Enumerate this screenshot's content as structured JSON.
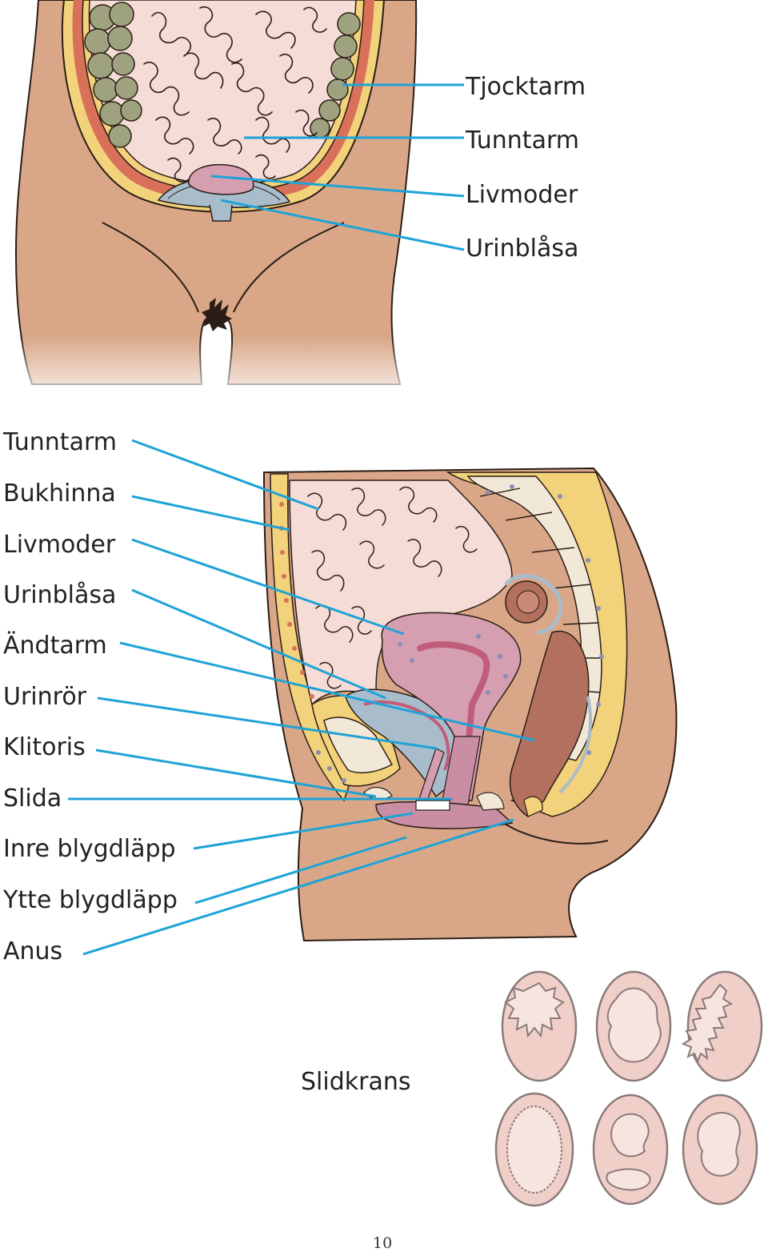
{
  "front_view": {
    "labels": [
      "Tjocktarm",
      "Tunntarm",
      "Livmoder",
      "Urinblåsa"
    ]
  },
  "side_view": {
    "labels": [
      "Tunntarm",
      "Bukhinna",
      "Livmoder",
      "Urinblåsa",
      "Ändtarm",
      "Urinrör",
      "Klitoris",
      "Slida",
      "Inre blygdläpp",
      "Ytte blygdläpp",
      "Anus"
    ]
  },
  "hymen": {
    "caption": "Slidkrans"
  },
  "page_number": "10",
  "colors": {
    "skin": "#d9a788",
    "skin_outline": "#2a1d16",
    "fat": "#f2d27a",
    "muscle": "#d9715a",
    "small_intestine": "#f6dcd6",
    "colon": "#9ea27e",
    "uterus": "#d59fb1",
    "bladder": "#a9bccb",
    "rectum": "#b4705e",
    "leader_line": "#1ea3d6"
  }
}
